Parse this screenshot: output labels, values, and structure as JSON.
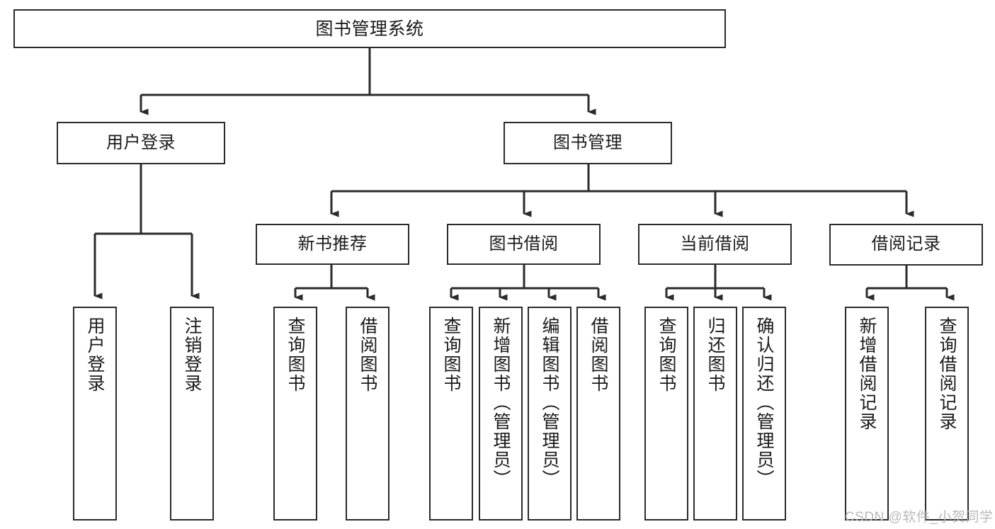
{
  "diagram": {
    "title": "图书管理系统",
    "type": "tree-hierarchy-chart",
    "colors": {
      "box_border": "#2b2b2b",
      "box_fill": "#ffffff",
      "connector": "#2b2b2b",
      "text": "#1a1a1a",
      "watermark": "#b9b9b9",
      "background": "#ffffff"
    },
    "root": {
      "label": "图书管理系统"
    },
    "level1": [
      {
        "label": "用户登录"
      },
      {
        "label": "图书管理"
      }
    ],
    "level2": [
      {
        "label": "新书推荐"
      },
      {
        "label": "图书借阅"
      },
      {
        "label": "当前借阅"
      },
      {
        "label": "借阅记录"
      }
    ],
    "leaves": {
      "user_login": [
        {
          "label": "用户登录"
        },
        {
          "label": "注销登录"
        }
      ],
      "new_book_recommend": [
        {
          "label": "查询图书"
        },
        {
          "label": "借阅图书"
        }
      ],
      "book_borrow": [
        {
          "label": "查询图书"
        },
        {
          "label": "新增图书（管理员）"
        },
        {
          "label": "编辑图书（管理员）"
        },
        {
          "label": "借阅图书"
        }
      ],
      "current_borrow": [
        {
          "label": "查询图书"
        },
        {
          "label": "归还图书"
        },
        {
          "label": "确认归还（管理员）"
        }
      ],
      "borrow_record": [
        {
          "label": "新增借阅记录"
        },
        {
          "label": "查询借阅记录"
        }
      ]
    },
    "watermark": "CSDN @软件_小贺同学"
  }
}
